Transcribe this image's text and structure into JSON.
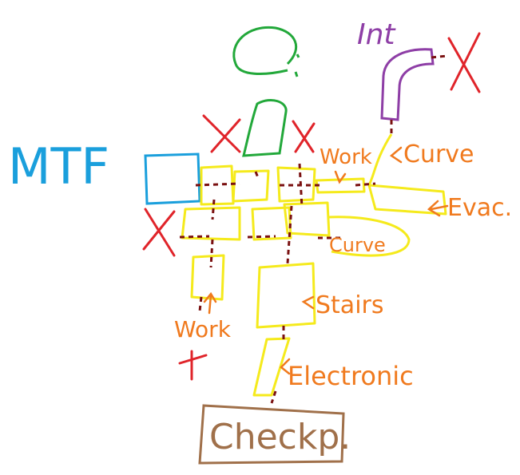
{
  "labels": {
    "int": "Int",
    "mtf": "MTF",
    "work_top": "Work",
    "curve_top": "Curve",
    "evac": "Evac.",
    "curve_mid": "Curve",
    "stairs": "Stairs",
    "work_bottom": "Work",
    "electronic": "Electronic",
    "checkpoint": "Checkp."
  },
  "colors": {
    "rooms": "#f5ea1c",
    "connectors": "#7a1010",
    "blocked": "#e0242a",
    "labels": "#f07a1e",
    "mtf": "#1a9fdc",
    "int": "#8e3ea6",
    "figure": "#22a83a",
    "checkpoint": "#a0704a"
  }
}
